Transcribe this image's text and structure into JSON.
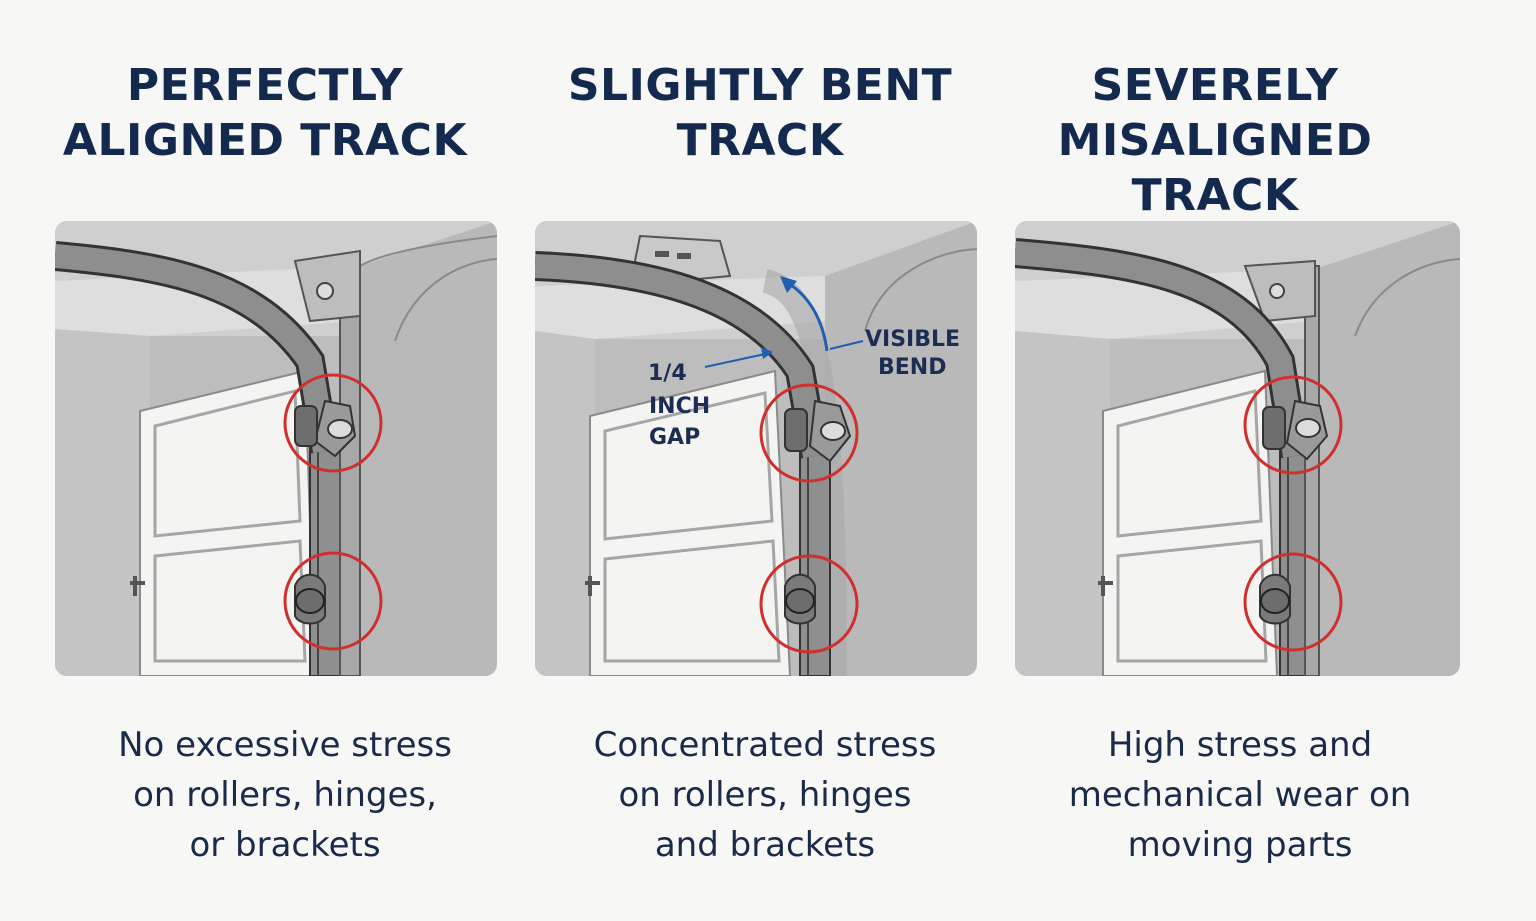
{
  "panels": [
    {
      "title": "PERFECTLY\nALIGNED TRACK",
      "caption": "No excessive stress\non rollers, hinges,\nor brackets"
    },
    {
      "title": "SLIGHTLY BENT\nTRACK",
      "caption": "Concentrated stress\non rollers, hinges\nand brackets",
      "gap_label_1": "1/4",
      "gap_label_2": "INCH",
      "gap_label_3": "GAP",
      "bend_label_1": "VISIBLE",
      "bend_label_2": "BEND"
    },
    {
      "title": "SEVERELY\nMISALIGNED\nTRACK",
      "caption": "High stress and\nmechanical wear on\nmoving parts"
    }
  ],
  "colors": {
    "title": "#132a4e",
    "highlight_circle": "#d0302b",
    "annotation_arrow": "#1f5fb0"
  }
}
